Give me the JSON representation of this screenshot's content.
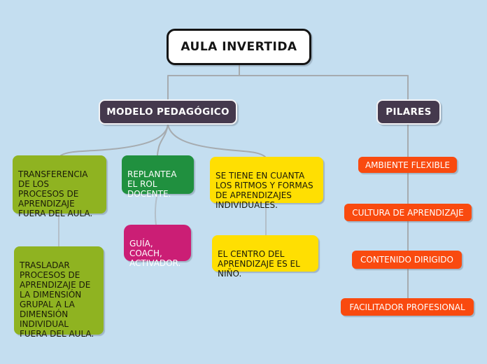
{
  "colors": {
    "background": "#c4def0",
    "connector": "#a6abaf",
    "root_bg": "#ffffff",
    "root_border": "#141414",
    "branch_bg": "#45394d",
    "branch_border": "#f3f3f5",
    "olive_green": "#8fb321",
    "dark_green": "#20903f",
    "magenta": "#cb1e75",
    "yellow": "#ffdf02",
    "orange": "#f94a0f"
  },
  "mindmap": {
    "root": {
      "label": "AULA INVERTIDA"
    },
    "modelo": {
      "label": "MODELO PEDAGÓGICO",
      "children": {
        "transferencia": {
          "label": "TRANSFERENCIA\nDE LOS\nPROCESOS DE\nAPRENDIZAJE\nFUERA DEL AULA."
        },
        "trasladar": {
          "label": "TRASLADAR\nPROCESOS DE\nAPRENDIZAJE DE\nLA DIMENSIÓN\nGRUPAL A LA\nDIMENSIÓN\nINDIVIDUAL\nFUERA DEL AULA."
        },
        "replantea": {
          "label": "REPLANTEA\nEL ROL\nDOCENTE."
        },
        "guia": {
          "label": "GUÍA,\nCOACH,\nACTIVADOR."
        },
        "ritmos": {
          "label": "SE TIENE EN CUANTA\nLOS RITMOS Y FORMAS\nDE APRENDIZAJES\nINDIVIDUALES."
        },
        "centro": {
          "label": "EL CENTRO DEL\nAPRENDIZAJE ES EL\nNIÑO."
        }
      }
    },
    "pilares": {
      "label": "PILARES",
      "children": {
        "ambiente": {
          "label": "AMBIENTE FLEXIBLE"
        },
        "cultura": {
          "label": "CULTURA DE APRENDIZAJE"
        },
        "contenido": {
          "label": "CONTENIDO DIRIGIDO"
        },
        "facilitador": {
          "label": "FACILITADOR PROFESIONAL"
        }
      }
    }
  }
}
